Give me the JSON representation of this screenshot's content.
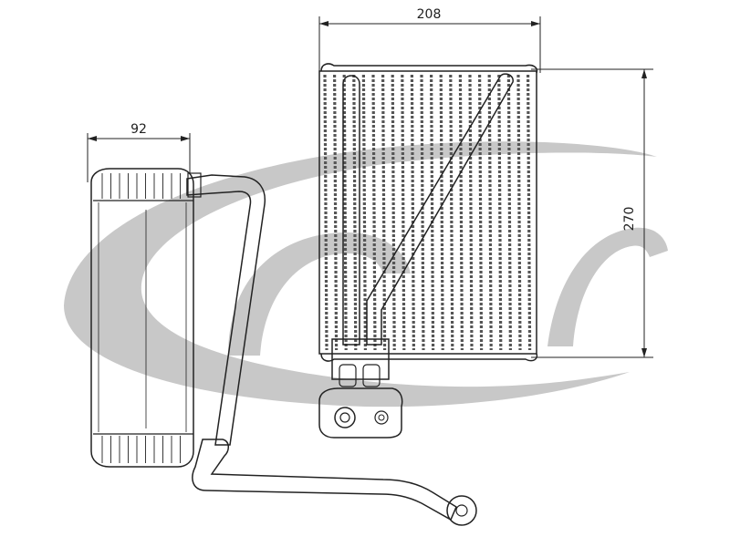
{
  "drawing": {
    "dimensions": {
      "side_width": "92",
      "core_width": "208",
      "core_height": "270"
    },
    "watermark": {
      "icon": "swoosh-logo-icon",
      "color": "#c8c8c8"
    },
    "colors": {
      "line": "#222222",
      "fin_dark": "#555555",
      "background": "#ffffff"
    }
  }
}
